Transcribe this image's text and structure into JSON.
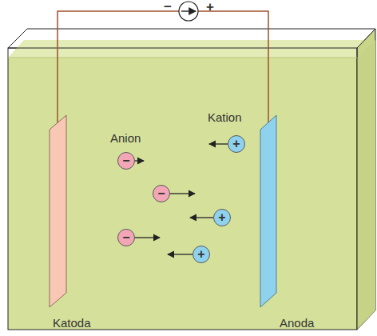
{
  "diagram": {
    "nodes": [
      {
        "text": [
          "+"
        ]
      },
      {
        "text": [
          "−"
        ]
      },
      {
        "text": [
          "−"
        ]
      },
      {
        "text": [
          "+"
        ]
      },
      {
        "text": [
          "−"
        ]
      },
      {
        "text": [
          "+"
        ]
      }
    ],
    "labels": [
      "−",
      "+",
      "Kation",
      "Anion",
      "Katoda",
      "Anoda"
    ]
  }
}
